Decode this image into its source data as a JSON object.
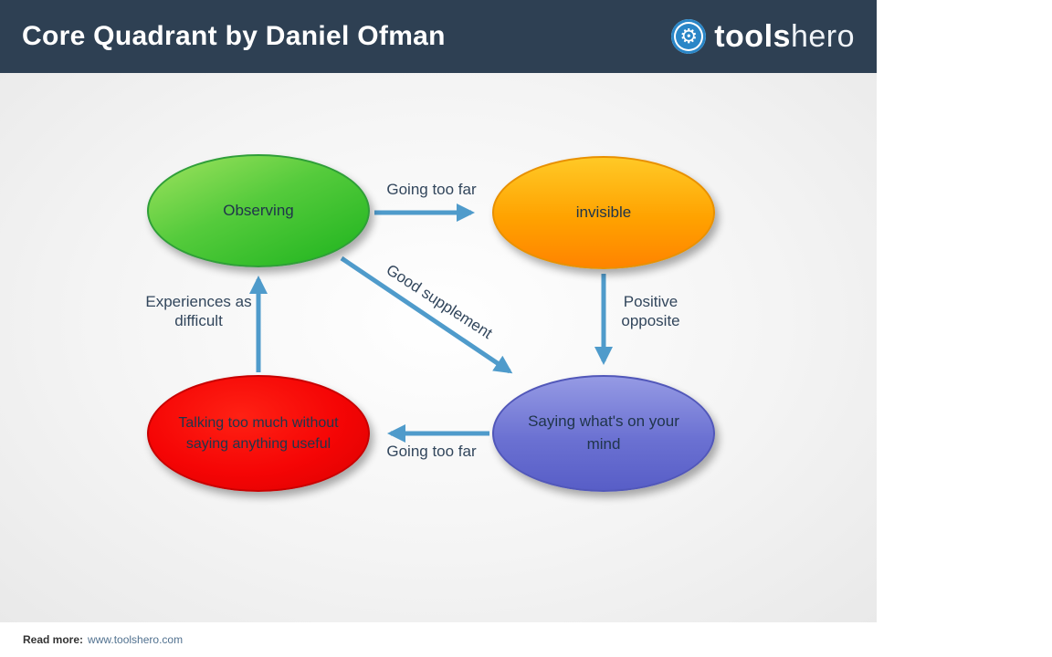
{
  "header": {
    "title": "Core Quadrant by Daniel Ofman",
    "logo": {
      "icon": "gear-magnifier-icon",
      "bold": "tools",
      "light": "hero"
    }
  },
  "diagram": {
    "nodes": [
      {
        "id": "observing",
        "label": "Observing",
        "color": "#2db52d"
      },
      {
        "id": "invisible",
        "label": "invisible",
        "color": "#ff9900"
      },
      {
        "id": "talking",
        "label": "Talking too much without saying anything useful",
        "color": "#f50505"
      },
      {
        "id": "saying",
        "label": "Saying what's on your mind",
        "color": "#6b71d2"
      }
    ],
    "edges": [
      {
        "from": "observing",
        "to": "invisible",
        "label": "Going too far"
      },
      {
        "from": "invisible",
        "to": "saying",
        "label": "Positive opposite"
      },
      {
        "from": "saying",
        "to": "talking",
        "label": "Going too far"
      },
      {
        "from": "talking",
        "to": "observing",
        "label": "Experiences as difficult"
      },
      {
        "from": "observing",
        "to": "saying",
        "label": "Good supplement"
      }
    ],
    "arrow_color": "#4f9bcb"
  },
  "colors": {
    "header_bg": "#2e4053",
    "logo_icon_bg": "#2a86c7"
  },
  "footer": {
    "read_more_label": "Read more:",
    "url": "www.toolshero.com"
  }
}
